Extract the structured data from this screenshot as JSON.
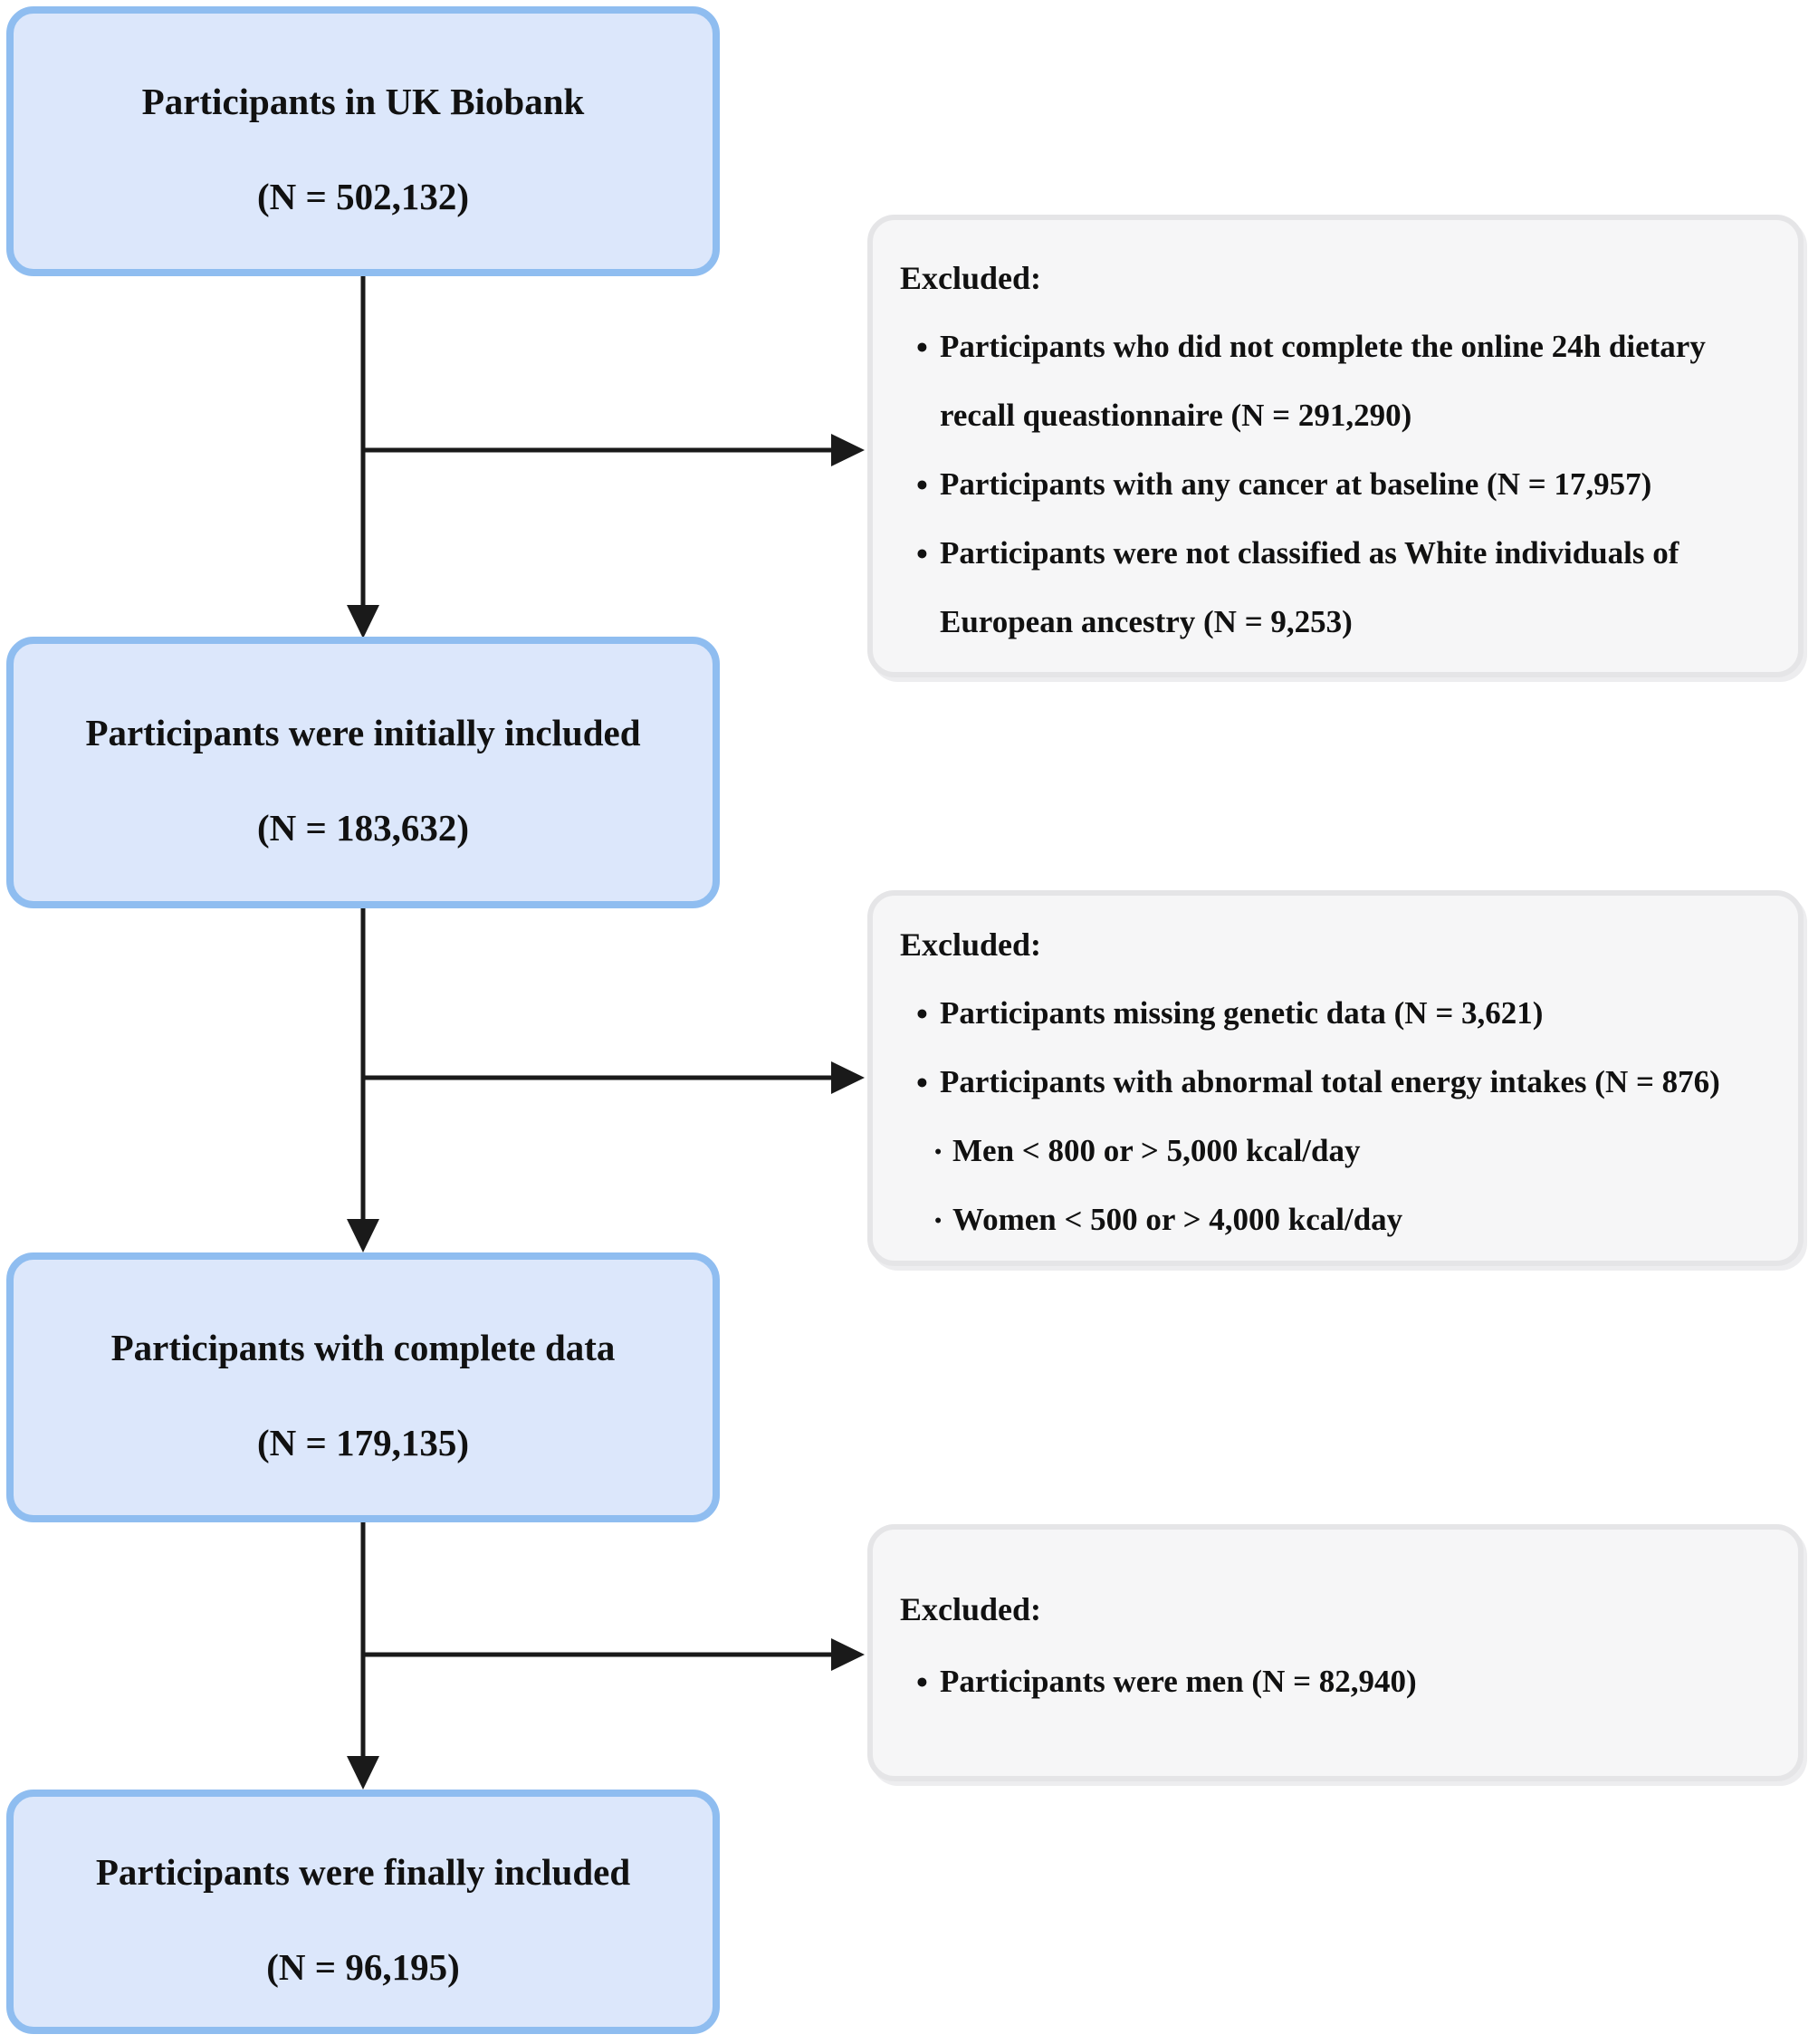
{
  "figure": {
    "type": "participant-flow-diagram",
    "cohort": "UK Biobank"
  },
  "flow_boxes": [
    {
      "title": "Participants in UK Biobank",
      "count": "(N = 502,132)"
    },
    {
      "title": "Participants were initially included",
      "count": "(N = 183,632)"
    },
    {
      "title": "Participants with complete data",
      "count": "(N = 179,135)"
    },
    {
      "title": "Participants were finally included",
      "count": "(N = 96,195)"
    }
  ],
  "excluded_boxes": [
    {
      "heading": "Excluded:",
      "lines": [
        {
          "marker": "•",
          "text": "Participants who did not complete the online 24h dietary"
        },
        {
          "marker": "",
          "text": "recall queastionnaire (N = 291,290)"
        },
        {
          "marker": "•",
          "text": "Participants with any cancer at baseline (N = 17,957)"
        },
        {
          "marker": "•",
          "text": "Participants were not classified as White individuals of"
        },
        {
          "marker": "",
          "text": "European ancestry (N = 9,253)"
        }
      ]
    },
    {
      "heading": "Excluded:",
      "lines": [
        {
          "marker": "•",
          "text": "Participants missing genetic data (N = 3,621)"
        },
        {
          "marker": "•",
          "text": "Participants with abnormal total energy intakes (N = 876)"
        },
        {
          "marker": "·",
          "text": "Men < 800 or > 5,000 kcal/day"
        },
        {
          "marker": "·",
          "text": "Women < 500 or > 4,000 kcal/day"
        }
      ]
    },
    {
      "heading": "Excluded:",
      "lines": [
        {
          "marker": "•",
          "text": "Participants were men (N = 82,940)"
        }
      ]
    }
  ],
  "colors": {
    "flow_box_fill": "#dce7fb",
    "flow_box_border": "#8fbdf0",
    "excluded_fill": "#f6f6f7",
    "excluded_border": "#e5e5e7",
    "arrow": "#1a1a1a",
    "text": "#111111"
  }
}
